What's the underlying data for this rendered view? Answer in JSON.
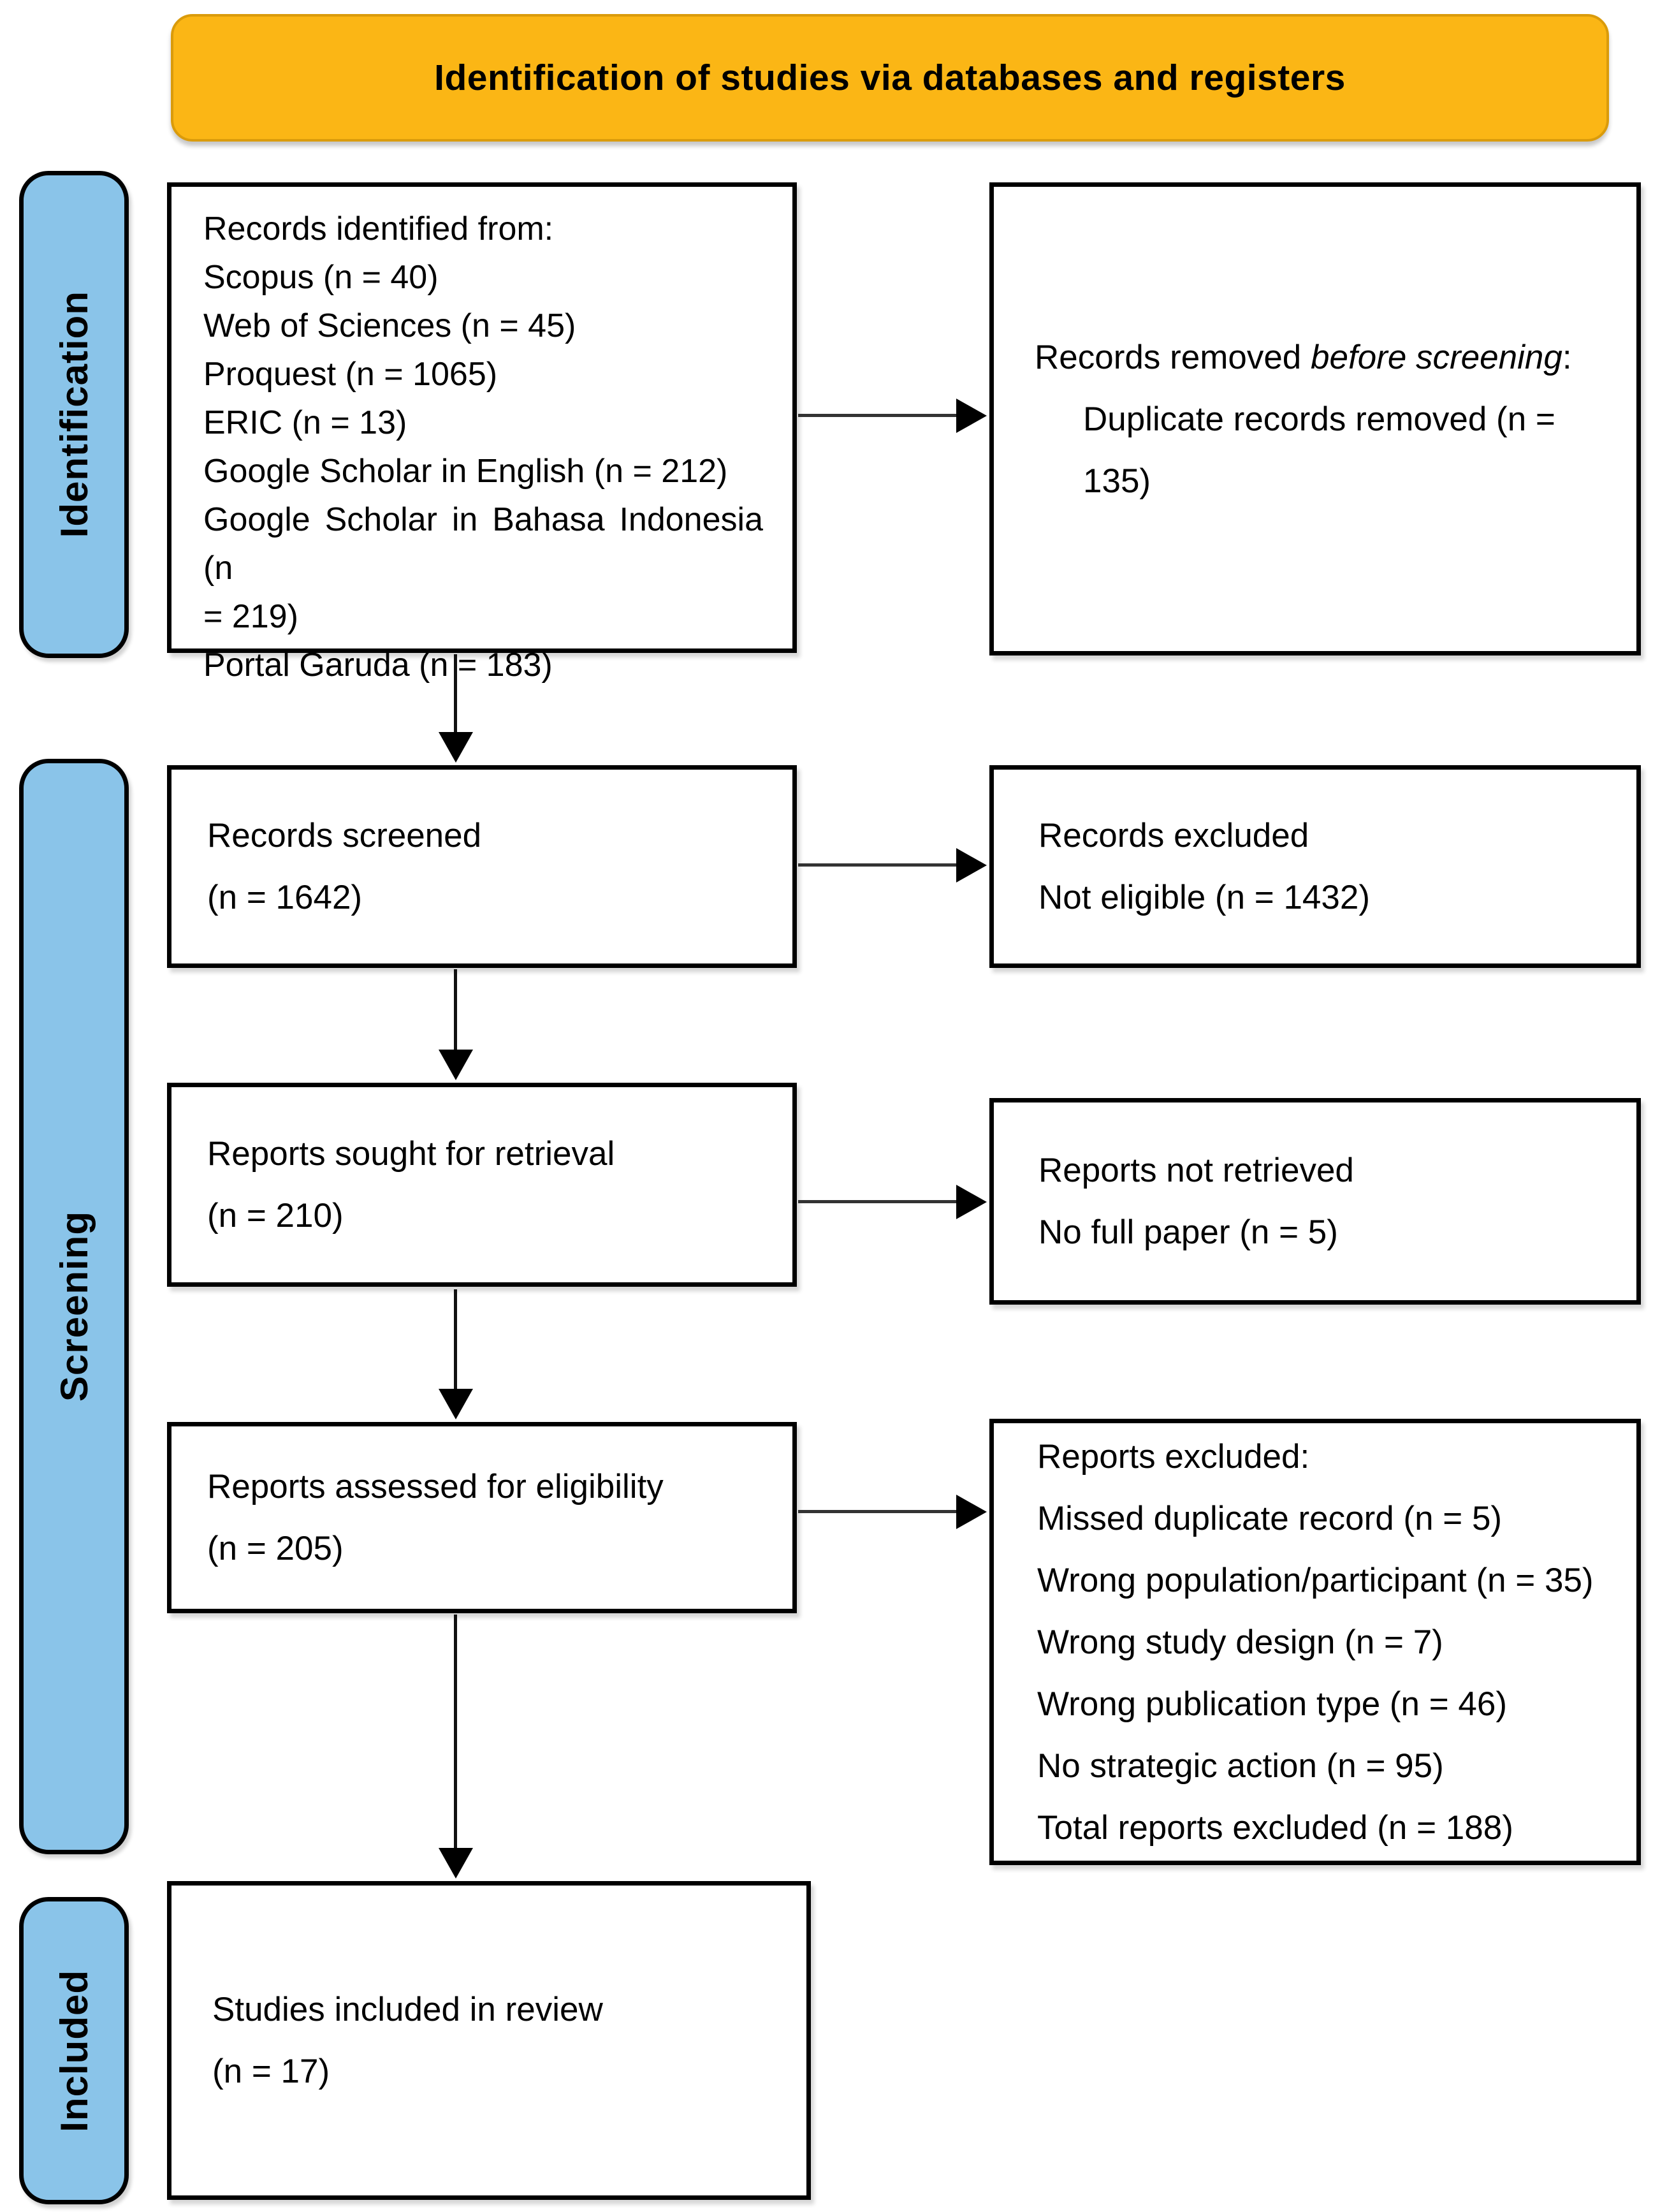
{
  "banner": {
    "title": "Identification of studies via databases and registers"
  },
  "colors": {
    "banner_bg": "#FBB615",
    "banner_border": "#DA9B0B",
    "sidebar_bg": "#8AC4E9",
    "box_border": "#000000",
    "text": "#000000"
  },
  "sidebars": {
    "identification": {
      "label": "Identification"
    },
    "screening": {
      "label": "Screening"
    },
    "included": {
      "label": "Included"
    }
  },
  "boxes": {
    "records_identified": {
      "lines": [
        "Records identified from:",
        "Scopus (n = 40)",
        "Web of Sciences (n = 45)",
        "Proquest (n = 1065)",
        "ERIC (n = 13)",
        "Google Scholar in English (n = 212)",
        "Google Scholar in Bahasa Indonesia (n",
        "= 219)",
        "Portal Garuda (n = 183)"
      ]
    },
    "records_removed": {
      "line1_prefix": "Records removed ",
      "line1_italic": "before screening",
      "line1_suffix": ":",
      "line2": "Duplicate records removed (n = 135)"
    },
    "records_screened": {
      "lines": [
        "Records screened",
        "(n = 1642)"
      ]
    },
    "records_excluded": {
      "lines": [
        "Records excluded",
        "Not eligible (n = 1432)"
      ]
    },
    "reports_sought": {
      "lines": [
        "Reports sought for retrieval",
        "(n = 210)"
      ]
    },
    "reports_not_retrieved": {
      "lines": [
        "Reports not retrieved",
        "No full paper (n = 5)"
      ]
    },
    "reports_assessed": {
      "lines": [
        "Reports assessed for eligibility",
        "(n = 205)"
      ]
    },
    "reports_excluded_detail": {
      "lines": [
        "Reports excluded:",
        "Missed duplicate record (n = 5)",
        "Wrong population/participant (n = 35)",
        "Wrong study design (n = 7)",
        "Wrong publication type (n = 46)",
        "No strategic action (n = 95)",
        "Total reports excluded (n = 188)"
      ]
    },
    "studies_included": {
      "lines": [
        "Studies included in review",
        "(n = 17)"
      ]
    }
  }
}
